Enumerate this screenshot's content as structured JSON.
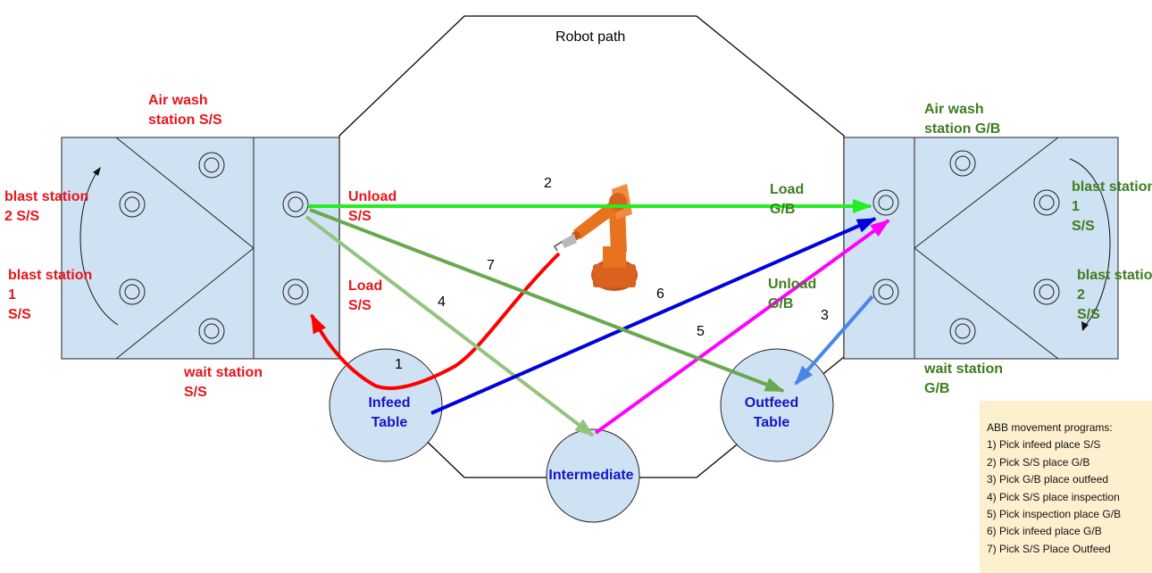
{
  "title": "Robot path",
  "left_cell": {
    "airwash": [
      "Air wash",
      "station S/S"
    ],
    "blast2": [
      "blast station",
      "2 S/S"
    ],
    "blast1": [
      "blast station",
      "1",
      "S/S"
    ],
    "wait": [
      "wait station",
      "S/S"
    ],
    "unload": [
      "Unload",
      "S/S"
    ],
    "load": [
      "Load",
      "S/S"
    ]
  },
  "right_cell": {
    "airwash": [
      "Air wash",
      "station G/B"
    ],
    "blast1": [
      "blast station",
      "1",
      "S/S"
    ],
    "blast2": [
      "blast station",
      "2",
      "S/S"
    ],
    "wait": [
      "wait station",
      "G/B"
    ],
    "load": [
      "Load",
      "G/B"
    ],
    "unload": [
      "Unload",
      "G/B"
    ]
  },
  "tables": {
    "infeed": [
      "Infeed",
      "Table"
    ],
    "outfeed": [
      "Outfeed",
      "Table"
    ],
    "intermediate": "Intermediate"
  },
  "moves": [
    {
      "num": "1",
      "color": "#ff0000"
    },
    {
      "num": "2",
      "color": "#22ee22"
    },
    {
      "num": "3",
      "color": "#4a86e8"
    },
    {
      "num": "4",
      "color": "#93c47d"
    },
    {
      "num": "5",
      "color": "#ff00ff"
    },
    {
      "num": "6",
      "color": "#0000dd"
    },
    {
      "num": "7",
      "color": "#6aa84f"
    }
  ],
  "legend": {
    "heading": "ABB movement programs:",
    "items": [
      "1) Pick infeed place S/S",
      "2) Pick S/S place G/B",
      "3) Pick G/B place outfeed",
      "4) Pick S/S place inspection",
      "5) Pick inspection place G/B",
      "6) Pick infeed place G/B",
      "7) Pick S/S Place Outfeed"
    ]
  },
  "colors": {
    "cell_fill": "#cfe2f3",
    "left_text": "#e8151b",
    "right_text": "#3e7d1f",
    "table_text": "#1414c8",
    "legend_bg": "#fdf0cf",
    "robot": "#e8731f"
  }
}
